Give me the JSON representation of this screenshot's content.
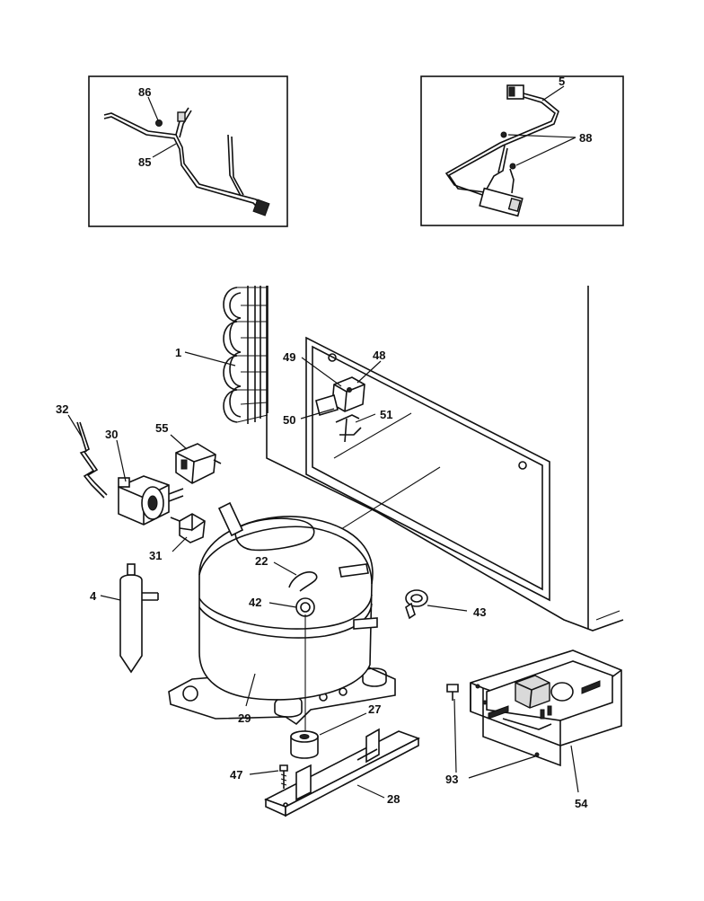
{
  "labels": {
    "l1": "1",
    "l4": "4",
    "l5": "5",
    "l22": "22",
    "l27": "27",
    "l28": "28",
    "l29": "29",
    "l30": "30",
    "l31": "31",
    "l32": "32",
    "l42": "42",
    "l43": "43",
    "l47": "47",
    "l48": "48",
    "l49": "49",
    "l50": "50",
    "l51": "51",
    "l54": "54",
    "l55": "55",
    "l85": "85",
    "l86": "86",
    "l88": "88",
    "l93": "93"
  }
}
